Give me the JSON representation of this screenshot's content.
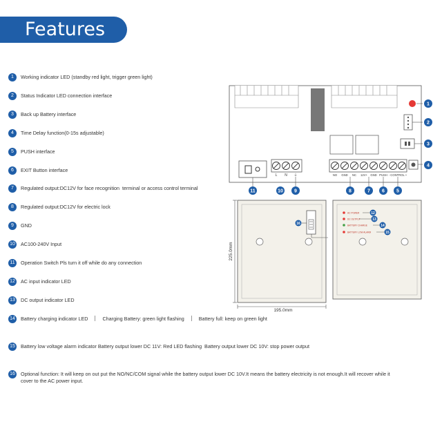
{
  "title": "Features",
  "features": [
    {
      "num": "1",
      "text": "Working indicator LED (standby red light, trigger green light)"
    },
    {
      "num": "2",
      "text": "Status Indicator LED connection interface"
    },
    {
      "num": "3",
      "text": "Back up Battery interface"
    },
    {
      "num": "4",
      "text": "Time Delay function(0-15s adjustable)"
    },
    {
      "num": "5",
      "text": "PUSH interface"
    },
    {
      "num": "6",
      "text": "EXIT Button interface"
    },
    {
      "num": "7",
      "text": "Regulated output:DC12V for face recognition  terminal or access control terminal"
    },
    {
      "num": "8",
      "text": "Regulated output:DC12V for electric lock"
    },
    {
      "num": "9",
      "text": "GND"
    },
    {
      "num": "10",
      "text": "AC100-240V Input"
    },
    {
      "num": "11",
      "text": "Operation Switch Pls turn it off while do any connection"
    },
    {
      "num": "12",
      "text": "AC input indicator LED"
    },
    {
      "num": "13",
      "text": "DC output indicator LED"
    },
    {
      "num": "14",
      "text": "Battery charging indicator LED",
      "part2": "Charging Battery: green light flashing",
      "part3": "Battery full: keep on green light"
    },
    {
      "num": "15",
      "text": "Battery low voltage alarm indicator Battery output lower DC 11V: Red LED flashing  Battery output lower DC 10V: stop power output"
    },
    {
      "num": "16",
      "text": "Optional function: It will keep on out put the NO/NC/COM signal while the battery output lower DC 10V.It means the battery electricity is not enough.It will recover while it cover to the AC power input."
    }
  ],
  "diagram": {
    "terminals_left": [
      "L",
      "N",
      "⏚"
    ],
    "terminals_right": [
      "NO",
      "GND",
      "NC",
      "12V+",
      "GND",
      "PUSH",
      "- CONTROL +"
    ],
    "dim_height": "225.0mm",
    "dim_width": "195.0mm",
    "led_labels": [
      "AC POWER",
      "DC OUTPUT",
      "BATTERY CHARGE",
      "BATTERY LOW ALARM"
    ],
    "callouts": {
      "c1": "1",
      "c2": "2",
      "c3": "3",
      "c4": "4",
      "c5": "5",
      "c6": "6",
      "c7": "7",
      "c8": "8",
      "c9": "9",
      "c10": "10",
      "c11": "11",
      "c12": "12",
      "c13": "13",
      "c14": "14",
      "c15": "15",
      "c16": "16"
    }
  },
  "colors": {
    "accent": "#1f5ea8",
    "red_led": "#e53935",
    "green_led": "#43a047",
    "orange_led": "#f39c12"
  }
}
